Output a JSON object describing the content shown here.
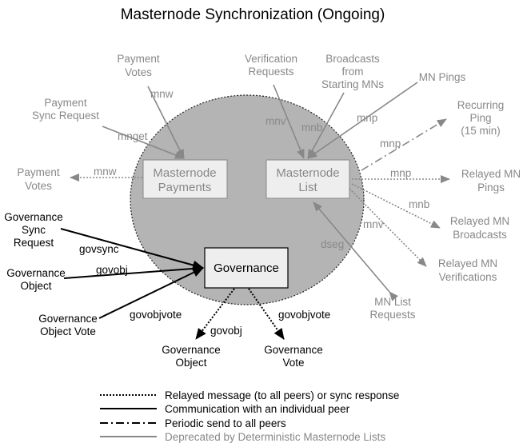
{
  "title": "Masternode Synchronization (Ongoing)",
  "colors": {
    "background": "#ffffff",
    "circle_fill": "#b4b4b4",
    "circle_stroke": "#222222",
    "box_fill": "#eeeeee",
    "deprecated": "#888888",
    "active": "#000000"
  },
  "boxes": {
    "masternode_payments": [
      "Masternode",
      "Payments"
    ],
    "masternode_list": [
      "Masternode",
      "List"
    ],
    "governance": [
      "Governance"
    ]
  },
  "nodes": {
    "payment_votes_top": [
      "Payment",
      "Votes"
    ],
    "payment_sync_request": [
      "Payment",
      "Sync Request"
    ],
    "payment_votes_left": [
      "Payment",
      "Votes"
    ],
    "verification_requests": [
      "Verification",
      "Requests"
    ],
    "broadcasts_from_starting": [
      "Broadcasts",
      "from",
      "Starting MNs"
    ],
    "mn_pings": [
      "MN Pings"
    ],
    "recurring_ping": [
      "Recurring",
      "Ping",
      "(15 min)"
    ],
    "relayed_mn_pings": [
      "Relayed MN",
      "Pings"
    ],
    "relayed_mn_broadcasts": [
      "Relayed MN",
      "Broadcasts"
    ],
    "relayed_mn_verifications": [
      "Relayed MN",
      "Verifications"
    ],
    "mn_list_requests": [
      "MN List",
      "Requests"
    ],
    "governance_sync_request": [
      "Governance",
      "Sync",
      "Request"
    ],
    "governance_object_in": [
      "Governance",
      "Object"
    ],
    "governance_object_vote_in": [
      "Governance",
      "Object Vote"
    ],
    "governance_object_out": [
      "Governance",
      "Object"
    ],
    "governance_vote_out": [
      "Governance",
      "Vote"
    ]
  },
  "edge_labels": {
    "mnw_top": "mnw",
    "mnget": "mnget",
    "mnw_left": "mnw",
    "mnv_in": "mnv",
    "mnb_in": "mnb",
    "mnp_in": "mnp",
    "mnp_recurring": "mnp",
    "mnp_relay": "mnp",
    "mnb_relay": "mnb",
    "mnv_relay": "mnv",
    "dseg": "dseg",
    "govsync": "govsync",
    "govobj_in": "govobj",
    "govobjvote_in": "govobjvote",
    "govobj_out": "govobj",
    "govobjvote_out": "govobjvote"
  },
  "legend": [
    {
      "style": "dotted",
      "label": "Relayed message (to all peers) or sync response"
    },
    {
      "style": "solid",
      "label": "Communication with an individual peer"
    },
    {
      "style": "dashdot",
      "label": "Periodic send to all peers"
    },
    {
      "style": "deprecated",
      "label": "Deprecated by Deterministic Masternode Lists"
    }
  ]
}
